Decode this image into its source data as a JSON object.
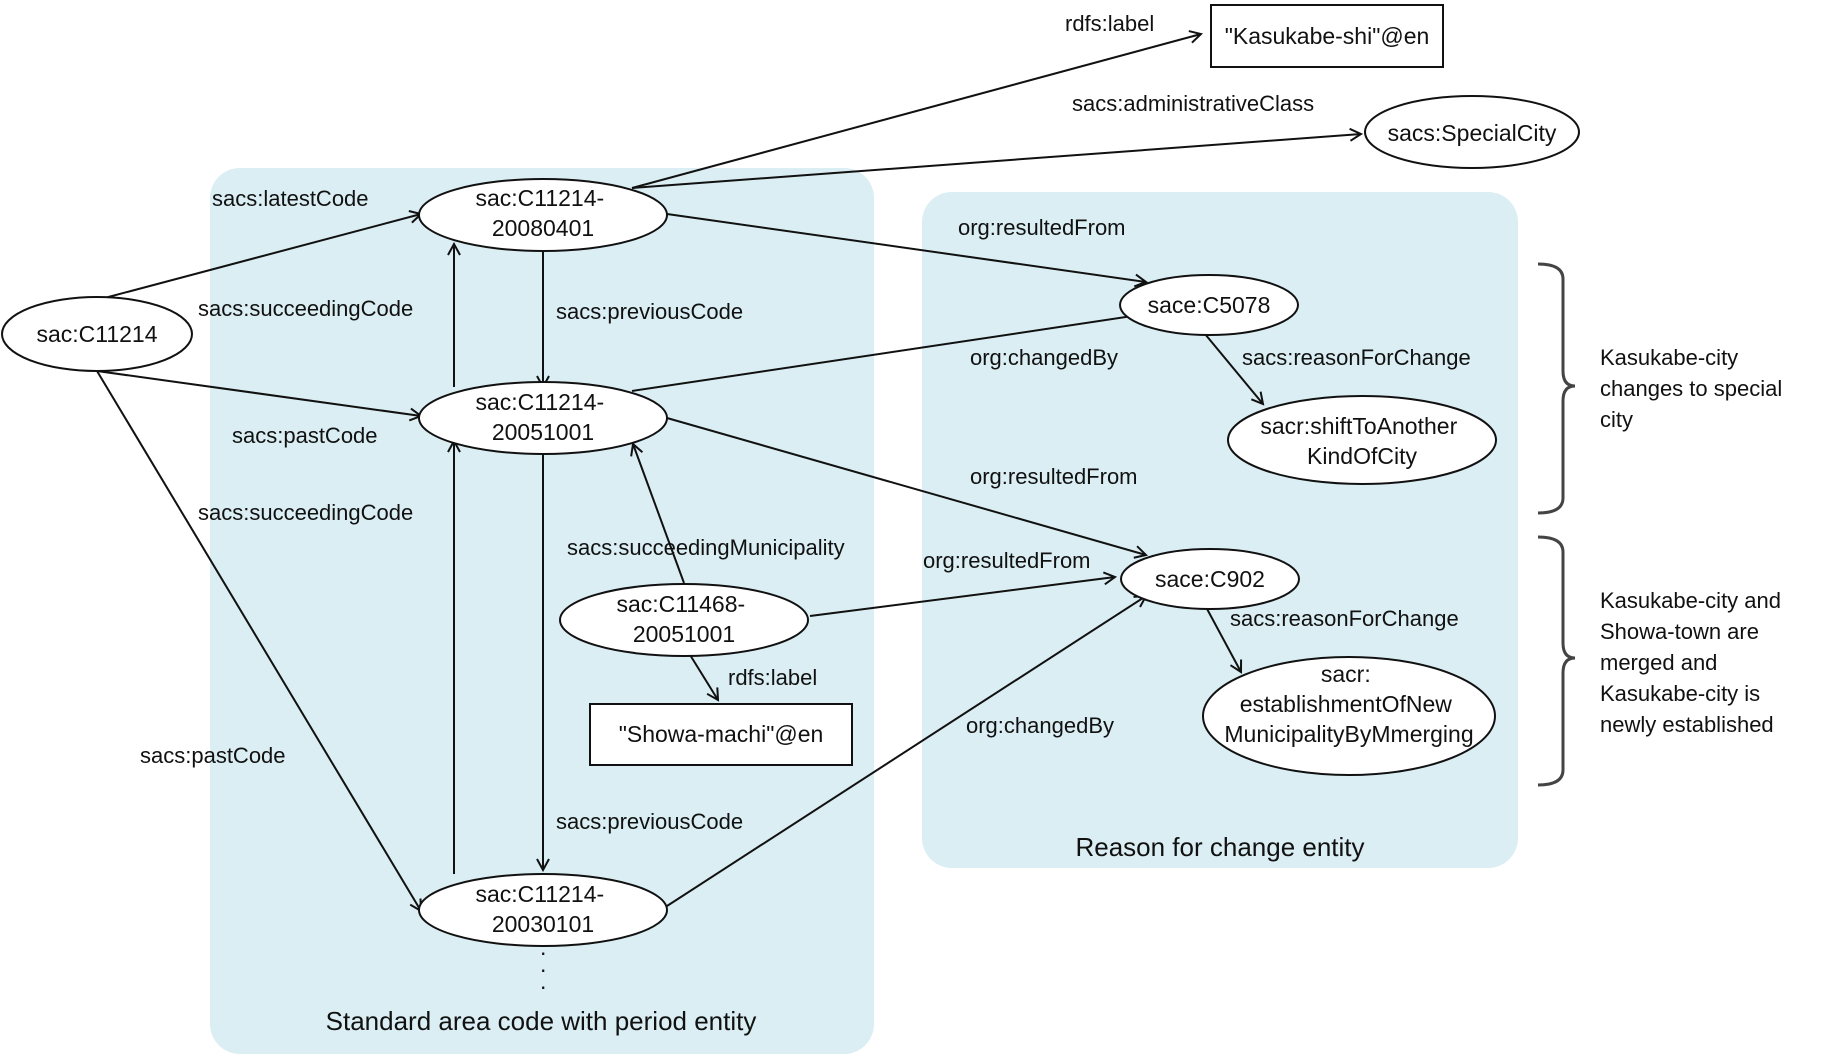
{
  "panels": {
    "standard": "Standard area code with period entity",
    "reason": "Reason for change entity"
  },
  "nodes": {
    "sac_c11214": [
      "sac:C11214"
    ],
    "c11214_20080401": [
      "sac:C11214-",
      "20080401"
    ],
    "c11214_20051001": [
      "sac:C11214-",
      "20051001"
    ],
    "c11214_20030101": [
      "sac:C11214-",
      "20030101"
    ],
    "c11468_20051001": [
      "sac:C11468-",
      "20051001"
    ],
    "label_kasukabe": [
      "\"Kasukabe-shi\"@en"
    ],
    "special_city": [
      "sacs:SpecialCity"
    ],
    "label_showa": [
      "\"Showa-machi\"@en"
    ],
    "sace_c5078": [
      "sace:C5078"
    ],
    "sace_c902": [
      "sace:C902"
    ],
    "sacr_shift": [
      "sacr:shiftToAnother",
      "KindOfCity"
    ],
    "sacr_establish": [
      "sacr:",
      "establishmentOfNew",
      "MunicipalityByMmerging"
    ]
  },
  "edges": {
    "rdfs_label_1": "rdfs:label",
    "admin_class": "sacs:administrativeClass",
    "latest_code": "sacs:latestCode",
    "succeeding_code_1": "sacs:succeedingCode",
    "past_code_1": "sacs:pastCode",
    "succeeding_code_2": "sacs:succeedingCode",
    "past_code_2": "sacs:pastCode",
    "previous_code_1": "sacs:previousCode",
    "previous_code_2": "sacs:previousCode",
    "succeeding_municipality": "sacs:succeedingMunicipality",
    "rdfs_label_2": "rdfs:label",
    "resulted_from_1": "org:resultedFrom",
    "changed_by_1": "org:changedBy",
    "resulted_from_2": "org:resultedFrom",
    "resulted_from_3": "org:resultedFrom",
    "changed_by_2": "org:changedBy",
    "reason_for_change_1": "sacs:reasonForChange",
    "reason_for_change_2": "sacs:reasonForChange"
  },
  "notes": {
    "special_city": [
      "Kasukabe-city",
      "changes to special",
      "city"
    ],
    "merge": [
      "Kasukabe-city and",
      "Showa-town are",
      "merged and",
      "Kasukabe-city is",
      "newly established"
    ]
  }
}
